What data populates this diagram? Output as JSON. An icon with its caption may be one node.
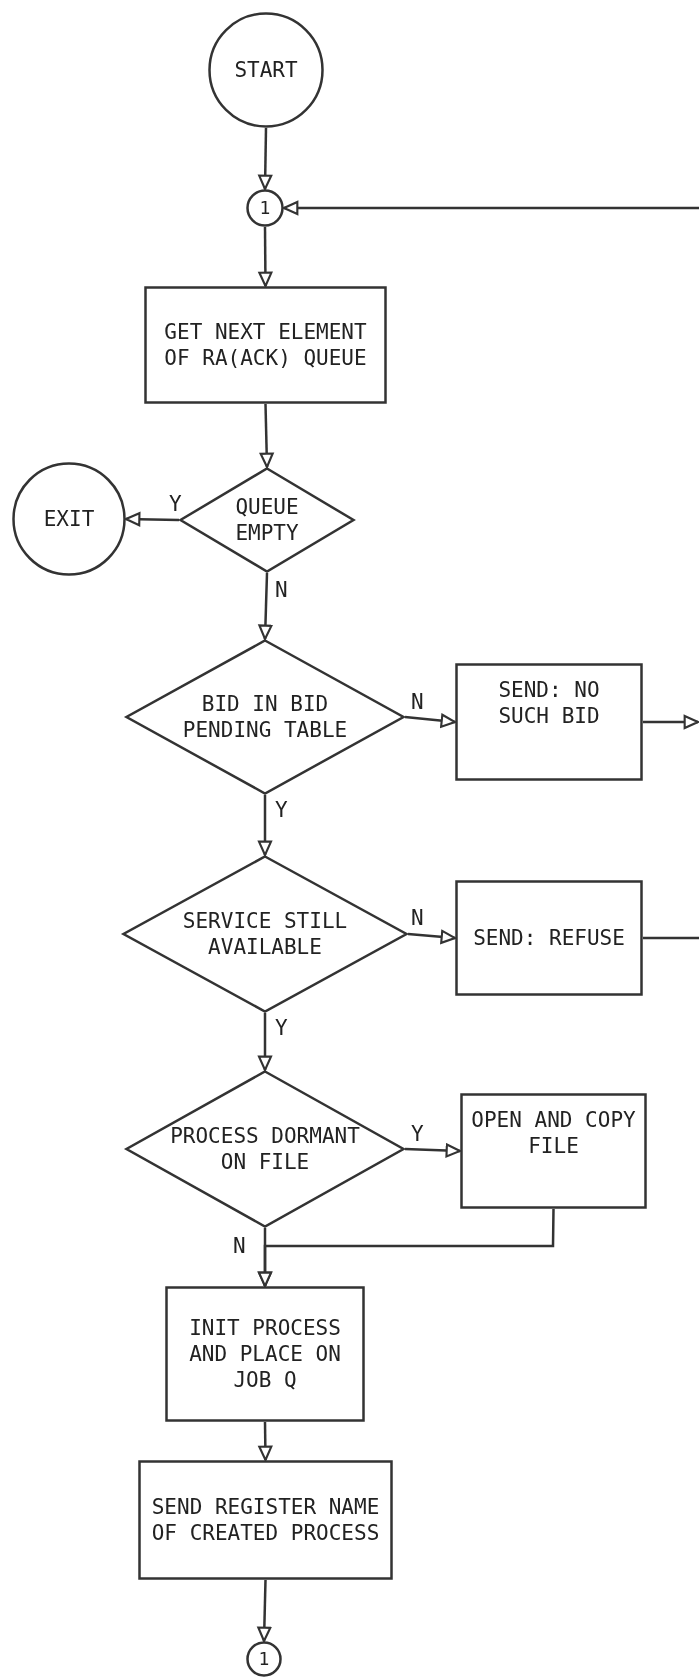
{
  "diagram": {
    "nodes": [
      {
        "text": [
          "START"
        ]
      },
      {
        "text": [
          "1"
        ]
      },
      {
        "text": [
          "GET NEXT ELEMENT OF RA(ACK) QUEUE"
        ]
      },
      {
        "text": [
          "QUEUE EMPTY"
        ]
      },
      {
        "text": [
          "EXIT"
        ]
      },
      {
        "text": [
          "BID IN BID PENDING TABLE"
        ]
      },
      {
        "text": [
          "SEND: NO SUCH BID"
        ]
      },
      {
        "text": [
          "SERVICE STILL AVAILABLE"
        ]
      },
      {
        "text": [
          "SEND: REFUSE"
        ]
      },
      {
        "text": [
          "PROCESS DORMANT ON FILE"
        ]
      },
      {
        "text": [
          "OPEN AND COPY FILE"
        ]
      },
      {
        "text": [
          "INIT PROCESS AND PLACE ON JOB Q"
        ]
      },
      {
        "text": [
          "SEND REGISTER NAME OF CREATED PROCESS"
        ]
      },
      {
        "text": [
          "1"
        ]
      }
    ],
    "edges": [
      {
        "from": 0,
        "to": 1,
        "arrow": "to"
      },
      {
        "from": null,
        "to": 1,
        "arrow": "to"
      },
      {
        "from": 1,
        "to": 2,
        "arrow": "to"
      },
      {
        "from": 2,
        "to": 3,
        "arrow": "to"
      },
      {
        "from": 3,
        "to": 4,
        "arrow": "to",
        "label": "Y"
      },
      {
        "from": 3,
        "to": 5,
        "arrow": "to",
        "label": "N"
      },
      {
        "from": 5,
        "to": 6,
        "arrow": "to",
        "label": "N"
      },
      {
        "from": 6,
        "to": null,
        "arrow": "to"
      },
      {
        "from": 5,
        "to": 7,
        "arrow": "to",
        "label": "Y"
      },
      {
        "from": 7,
        "to": 8,
        "arrow": "to",
        "label": "N"
      },
      {
        "from": 8,
        "to": null,
        "arrow": "none"
      },
      {
        "from": 7,
        "to": 9,
        "arrow": "to",
        "label": "Y"
      },
      {
        "from": 9,
        "to": 10,
        "arrow": "to",
        "label": "Y"
      },
      {
        "from": 9,
        "to": 11,
        "arrow": "to",
        "label": "N"
      },
      {
        "from": 10,
        "to": 11,
        "arrow": "to"
      },
      {
        "from": 11,
        "to": 12,
        "arrow": "to"
      },
      {
        "from": 12,
        "to": 13,
        "arrow": "to"
      }
    ]
  }
}
